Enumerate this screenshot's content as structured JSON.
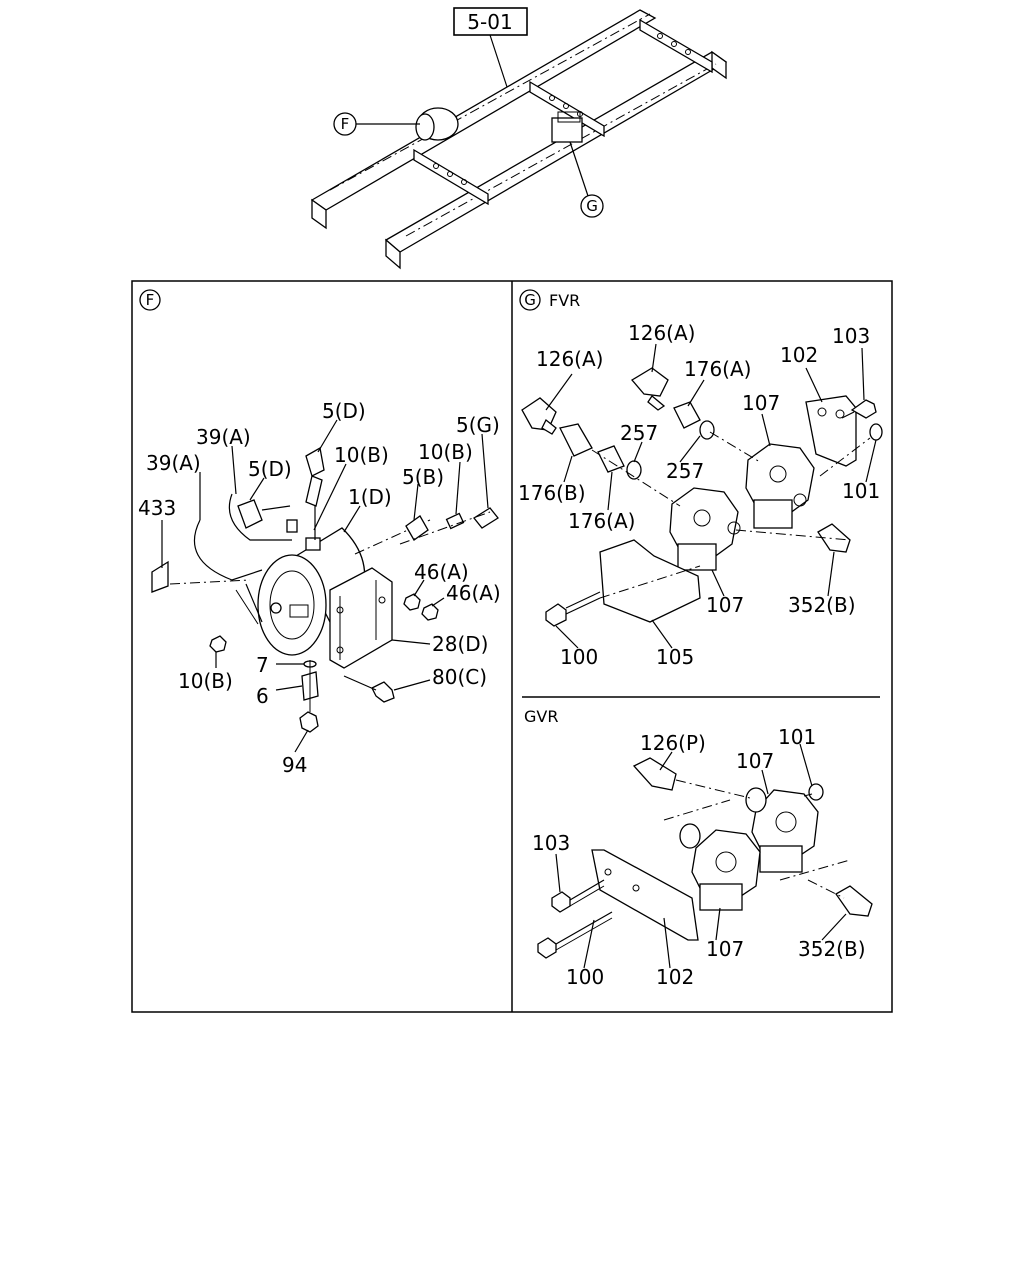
{
  "ref_box": "5-01",
  "callout_F": "F",
  "callout_G": "G",
  "panel_F": {
    "labels": [
      "5(D)",
      "39(A)",
      "39(A)",
      "10(B)",
      "5(D)",
      "10(B)",
      "5(G)",
      "433",
      "1(D)",
      "5(B)",
      "46(A)",
      "46(A)",
      "28(D)",
      "7",
      "10(B)",
      "80(C)",
      "6",
      "94"
    ]
  },
  "panel_G_fvr": {
    "title": "FVR",
    "labels": [
      "126(A)",
      "126(A)",
      "176(A)",
      "102",
      "103",
      "107",
      "257",
      "257",
      "176(B)",
      "101",
      "176(A)",
      "107",
      "352(B)",
      "100",
      "105"
    ]
  },
  "panel_G_gvr": {
    "title": "GVR",
    "labels": [
      "126(P)",
      "107",
      "101",
      "103",
      "107",
      "352(B)",
      "100",
      "102"
    ]
  }
}
